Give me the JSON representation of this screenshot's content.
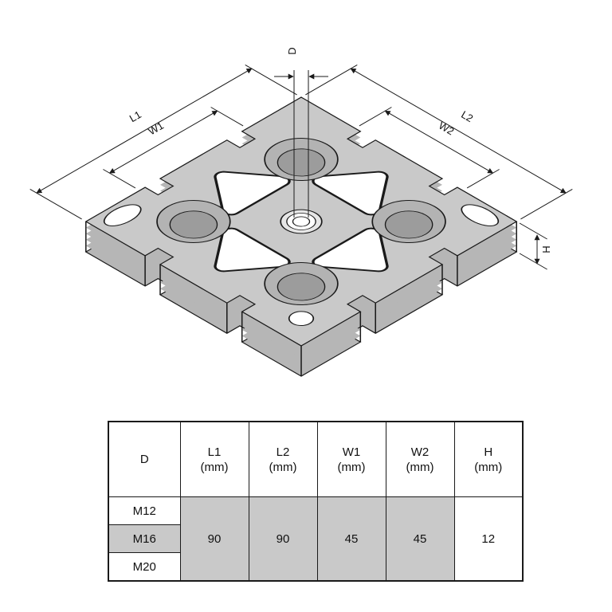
{
  "drawing": {
    "title": "isometric view of square clamping plate",
    "dim_labels": {
      "D": "D",
      "L1": "L1",
      "W1": "W1",
      "L2": "L2",
      "W2": "W2",
      "H": "H"
    },
    "colors": {
      "plate_top": "#c9c9c9",
      "plate_side": "#b6b6b6",
      "line": "#1a1a1a",
      "hole_ring": "#b3b3b3",
      "hole_bore": "#9c9c9c"
    }
  },
  "table": {
    "columns": [
      {
        "name": "D",
        "unit": ""
      },
      {
        "name": "L1",
        "unit": "(mm)"
      },
      {
        "name": "L2",
        "unit": "(mm)"
      },
      {
        "name": "W1",
        "unit": "(mm)"
      },
      {
        "name": "W2",
        "unit": "(mm)"
      },
      {
        "name": "H",
        "unit": "(mm)"
      }
    ],
    "rows": [
      "M12",
      "M16",
      "M20"
    ],
    "highlighted_row": "M16",
    "values": {
      "L1": "90",
      "L2": "90",
      "W1": "45",
      "W2": "45",
      "H": "12"
    },
    "highlight_color": "#c9c9c9"
  }
}
